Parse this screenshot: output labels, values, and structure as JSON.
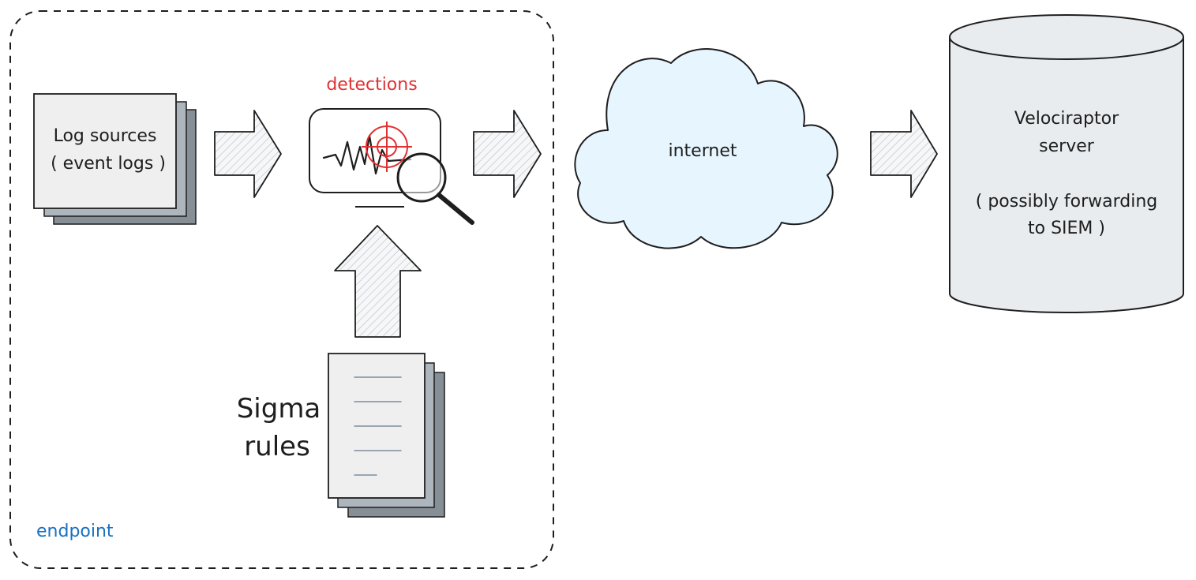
{
  "endpoint": {
    "label": "endpoint",
    "label_color": "#1971c2"
  },
  "log_sources": {
    "line1": "Log sources",
    "line2": "( event logs )"
  },
  "detections": {
    "label": "detections",
    "label_color": "#e03131"
  },
  "sigma": {
    "line1": "Sigma",
    "line2": "rules"
  },
  "internet": {
    "label": "internet",
    "fill_color": "#e7f5ff"
  },
  "server": {
    "line1": "Velociraptor",
    "line2": "server",
    "line3": "( possibly forwarding",
    "line4": "to SIEM )",
    "fill_color": "#e9ecef"
  },
  "colors": {
    "stroke": "#1e1e1e",
    "paper": "#efefef",
    "paper_shadow": "#868e96",
    "hatch": "#b7bec6"
  }
}
